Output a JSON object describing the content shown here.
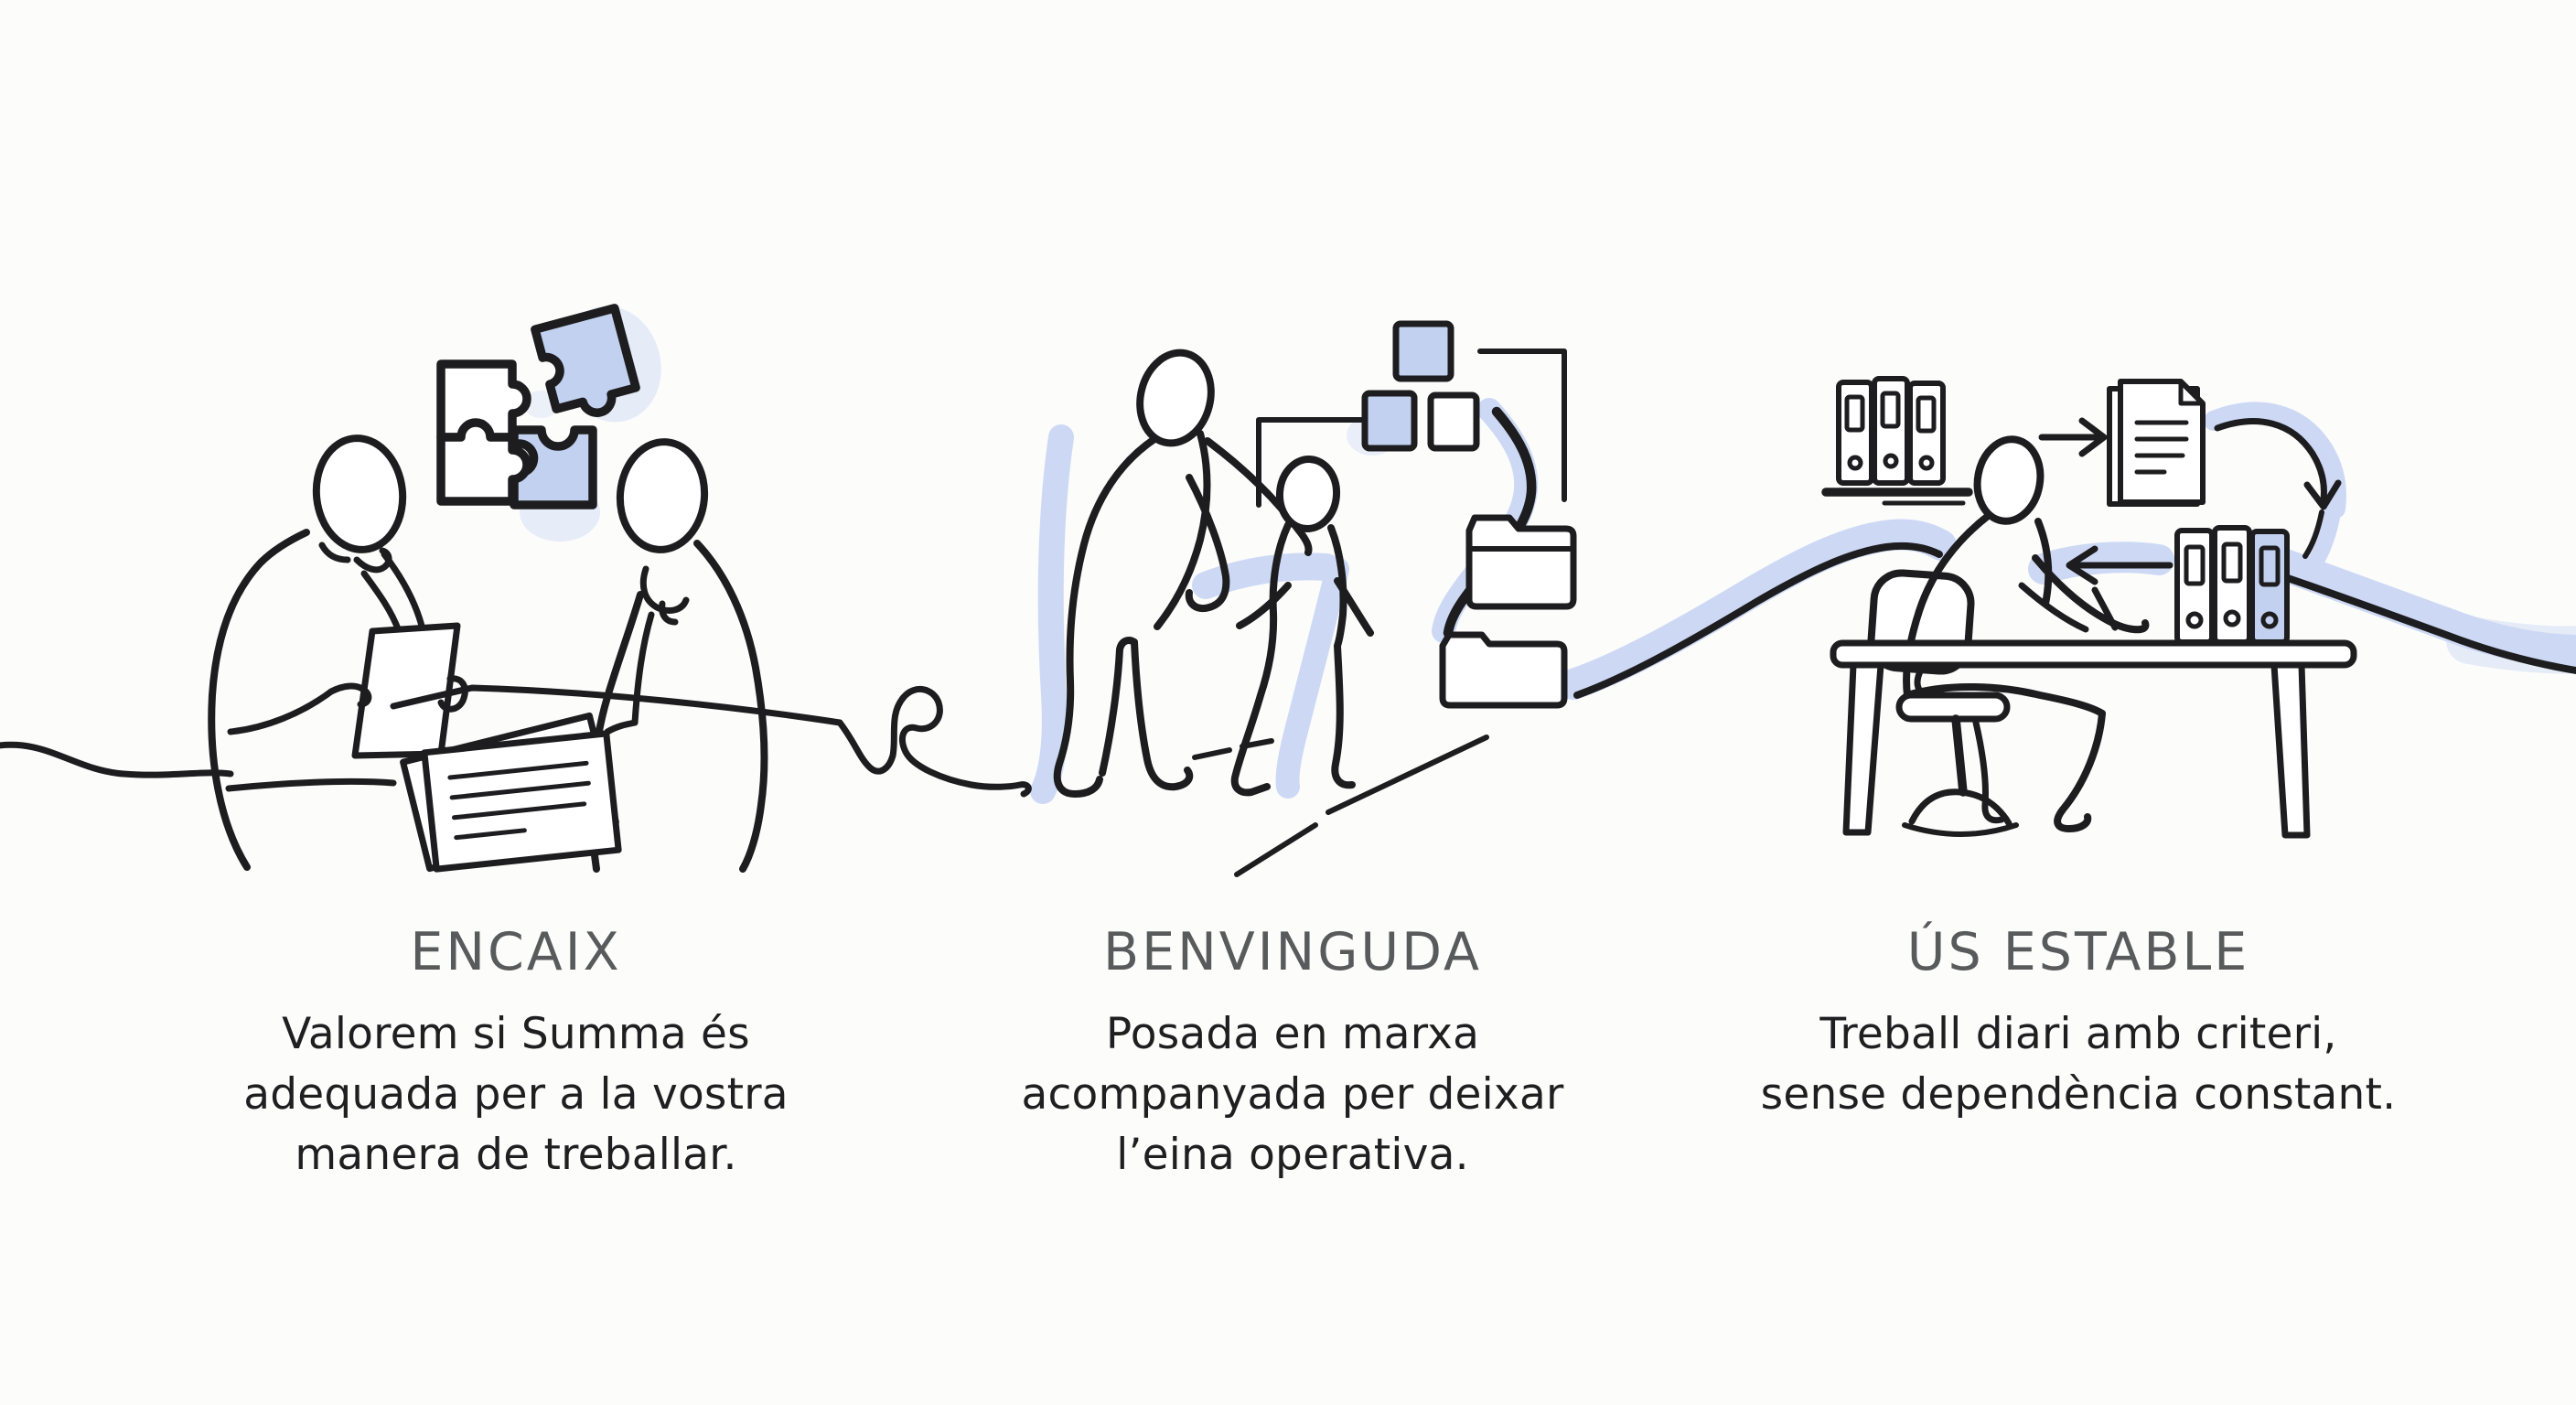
{
  "theme": {
    "background": "#fcfcfb",
    "ink": "#1d1d1f",
    "accent_blue": "#c2d1f0",
    "ribbon_blue": "#cdd9f4",
    "title_color": "#595a5c",
    "body_color": "#1f1f21"
  },
  "steps": [
    {
      "title": "ENCAIX",
      "description": "Valorem si Summa és adequada per a la vostra manera de treballar.",
      "description_lines": [
        "Valorem si Summa és",
        "adequada per a la vostra",
        "manera de treballar."
      ],
      "illustration": "two-people-reviewing-puzzle-fit"
    },
    {
      "title": "BENVINGUDA",
      "description": "Posada en marxa acompanyada per deixar l’eina operativa.",
      "description_lines": [
        "Posada en marxa",
        "acompanyada per deixar",
        "l’eina operativa."
      ],
      "illustration": "guided-first-steps-with-flowchart-and-folders"
    },
    {
      "title": "ÚS ESTABLE",
      "description": "Treball diari amb criteri, sense dependència constant.",
      "description_lines": [
        "Treball diari amb criteri,",
        "sense dependència constant."
      ],
      "illustration": "independent-daily-work-at-desk"
    }
  ]
}
